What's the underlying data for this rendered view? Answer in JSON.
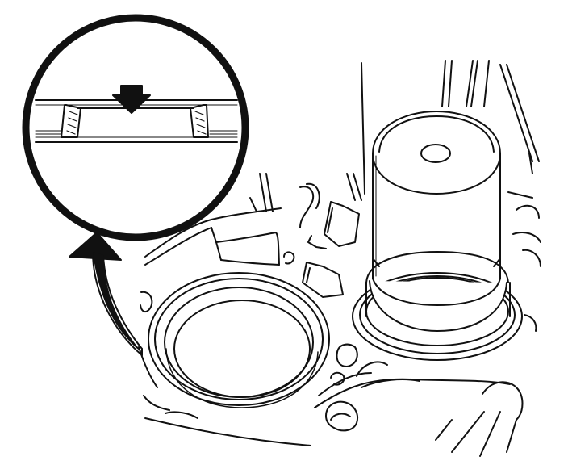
{
  "diagram": {
    "style": "line-drawing",
    "colors": {
      "ink": "#111111",
      "paper": "#ffffff",
      "fill": "#ffffff"
    },
    "parts": [
      {
        "id": "detail-magnifier",
        "icon": "circle-callout"
      },
      {
        "id": "press-arrow",
        "icon": "arrow-down-icon"
      },
      {
        "id": "curved-pointer",
        "icon": "curved-arrow-icon"
      },
      {
        "id": "seal-installer-tool",
        "icon": "cylinder-tool"
      },
      {
        "id": "bore-opening",
        "icon": "bore"
      },
      {
        "id": "housing-casting",
        "icon": "casting"
      }
    ]
  }
}
